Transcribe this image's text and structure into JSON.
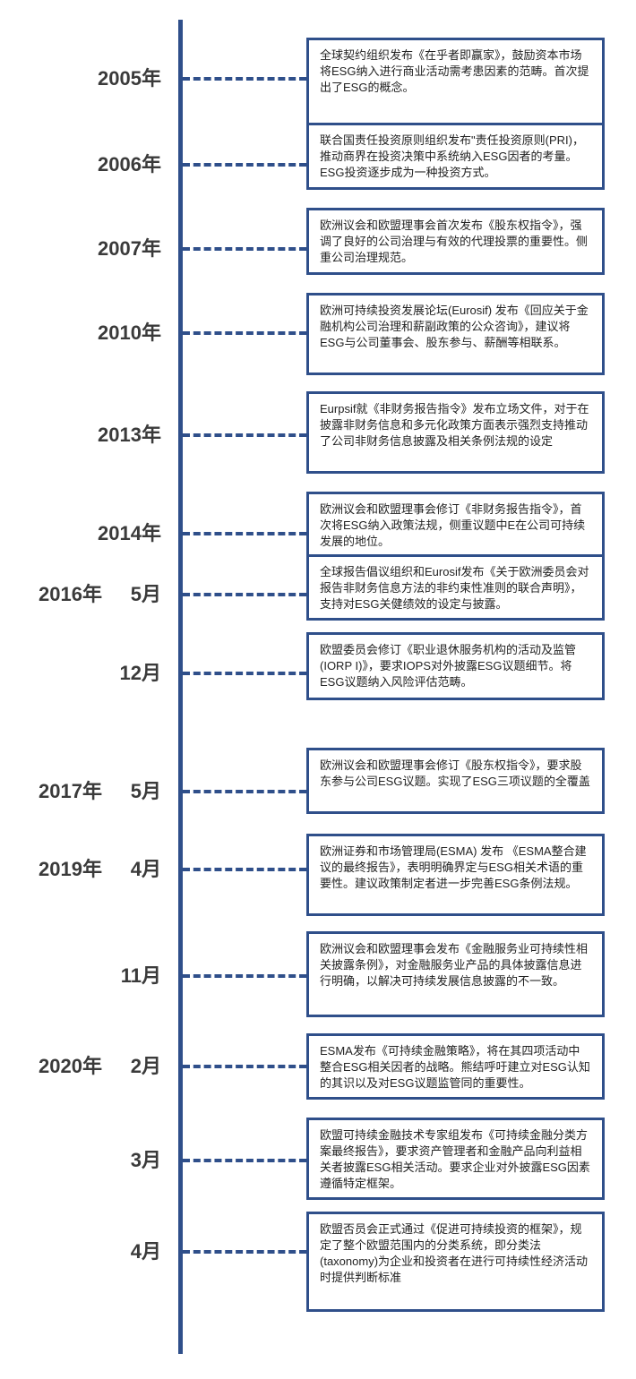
{
  "events": [
    {
      "year": "2005年",
      "month": "",
      "text": "全球契约组织发布《在乎者即赢家》，鼓励资本市场将ESG纳入进行商业活动需考患因素的范畴。首次提出了ESG的概念。"
    },
    {
      "year": "2006年",
      "month": "",
      "text": "联合国责任投资原则组织发布\"责任投资原则(PRI)，推动商界在投资决策中系统纳入ESG因者的考量。ESG投资逐步成为一种投资方式。"
    },
    {
      "year": "2007年",
      "month": "",
      "text": "欧洲议会和欧盟理事会首次发布《股东权指令》，强调了良好的公司治理与有效的代理投票的重要性。侧重公司治理规范。"
    },
    {
      "year": "2010年",
      "month": "",
      "text": "欧洲可持续投资发展论坛(Eurosif) 发布《回应关于金融机构公司治理和薪副政策的公众咨询》，建议将ESG与公司董事会、股东参与、薪酬等相联系。"
    },
    {
      "year": "2013年",
      "month": "",
      "text": "Eurpsif就《非财务报告指令》发布立场文件，对于在披露非财务信息和多元化政策方面表示强烈支持推动了公司非财务信息披露及相关条例法规的设定"
    },
    {
      "year": "2014年",
      "month": "",
      "text": "欧洲议会和欧盟理事会修订《非财务报告指令》，首次将ESG纳入政策法规，侧重议题中E在公司可持续发展的地位。"
    },
    {
      "year": "2016年",
      "month": "5月",
      "text": "全球报告倡议组织和Eurosif发布《关于欧洲委员会对报告非财务信息方法的非约束性准则的联合声明》，支持对ESG关健绩效的设定与披露。"
    },
    {
      "year": "",
      "month": "12月",
      "text": "欧盟委员会修订《职业退休服务机构的活动及监管(IORP I)》，要求IOPS对外披露ESG议题细节。将ESG议题纳入风险评估范畴。"
    },
    {
      "year": "2017年",
      "month": "5月",
      "text": "欧洲议会和欧盟理事会修订《股东权指令》，要求股东参与公司ESG议题。实现了ESG三项议题的全覆盖"
    },
    {
      "year": "2019年",
      "month": "4月",
      "text": "欧洲证券和市场管理局(ESMA) 发布 《ESMA整合建议的最终报告》，表明明确界定与ESG相关术语的重要性。建议政策制定者进一步完善ESG条例法规。"
    },
    {
      "year": "",
      "month": "11月",
      "text": "欧洲议会和欧盟理事会发布《金融服务业可持续性相关披露条例》，对金融服务业产品的具体披露信息进行明确，以解决可持续发展信息披露的不一致。"
    },
    {
      "year": "2020年",
      "month": "2月",
      "text": "ESMA发布《可持续金融策略》，将在其四项活动中整合ESG相关因者的战略。熊结呼吁建立对ESG认知的其识以及对ESG议题监管同的重要性。"
    },
    {
      "year": "",
      "month": "3月",
      "text": "欧盟可持续金融技术专家组发布《可持续金融分类方案最终报告》，要求资产管理者和金融产品向利益相关者披露ESG相关活动。要求企业对外披露ESG因素遵循特定框架。"
    },
    {
      "year": "",
      "month": "4月",
      "text": "欧盟否员会正式通过《促进可持续投资的框架》，规定了整个欧盟范围内的分类系统，即分类法(taxonomy)为企业和投资者在进行可持续性经济活动时提供判断标准"
    }
  ]
}
